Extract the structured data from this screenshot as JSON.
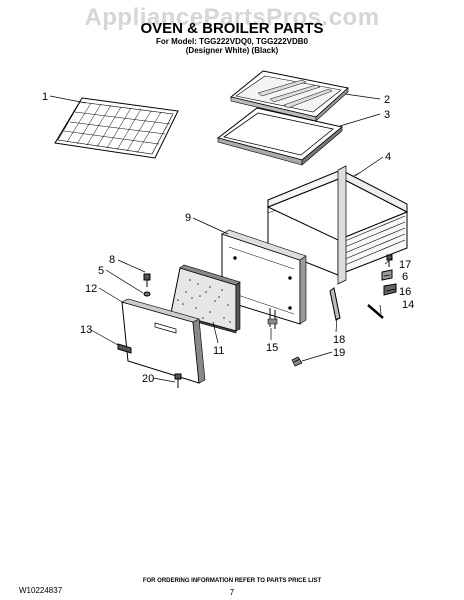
{
  "watermark": "AppliancePartsPros.com",
  "header": {
    "title": "OVEN & BROILER PARTS",
    "model_line": "For Model: TGG222VDQ0, TGG222VDB0",
    "color_line": "(Designer White)    (Black)"
  },
  "callouts": [
    "1",
    "2",
    "3",
    "4",
    "9",
    "8",
    "5",
    "12",
    "11",
    "13",
    "20",
    "15",
    "17",
    "6",
    "16",
    "14",
    "18",
    "19"
  ],
  "footer": {
    "ordering_note": "FOR ORDERING INFORMATION REFER TO PARTS PRICE LIST",
    "doc_id": "W10224837",
    "page_number": "7"
  }
}
